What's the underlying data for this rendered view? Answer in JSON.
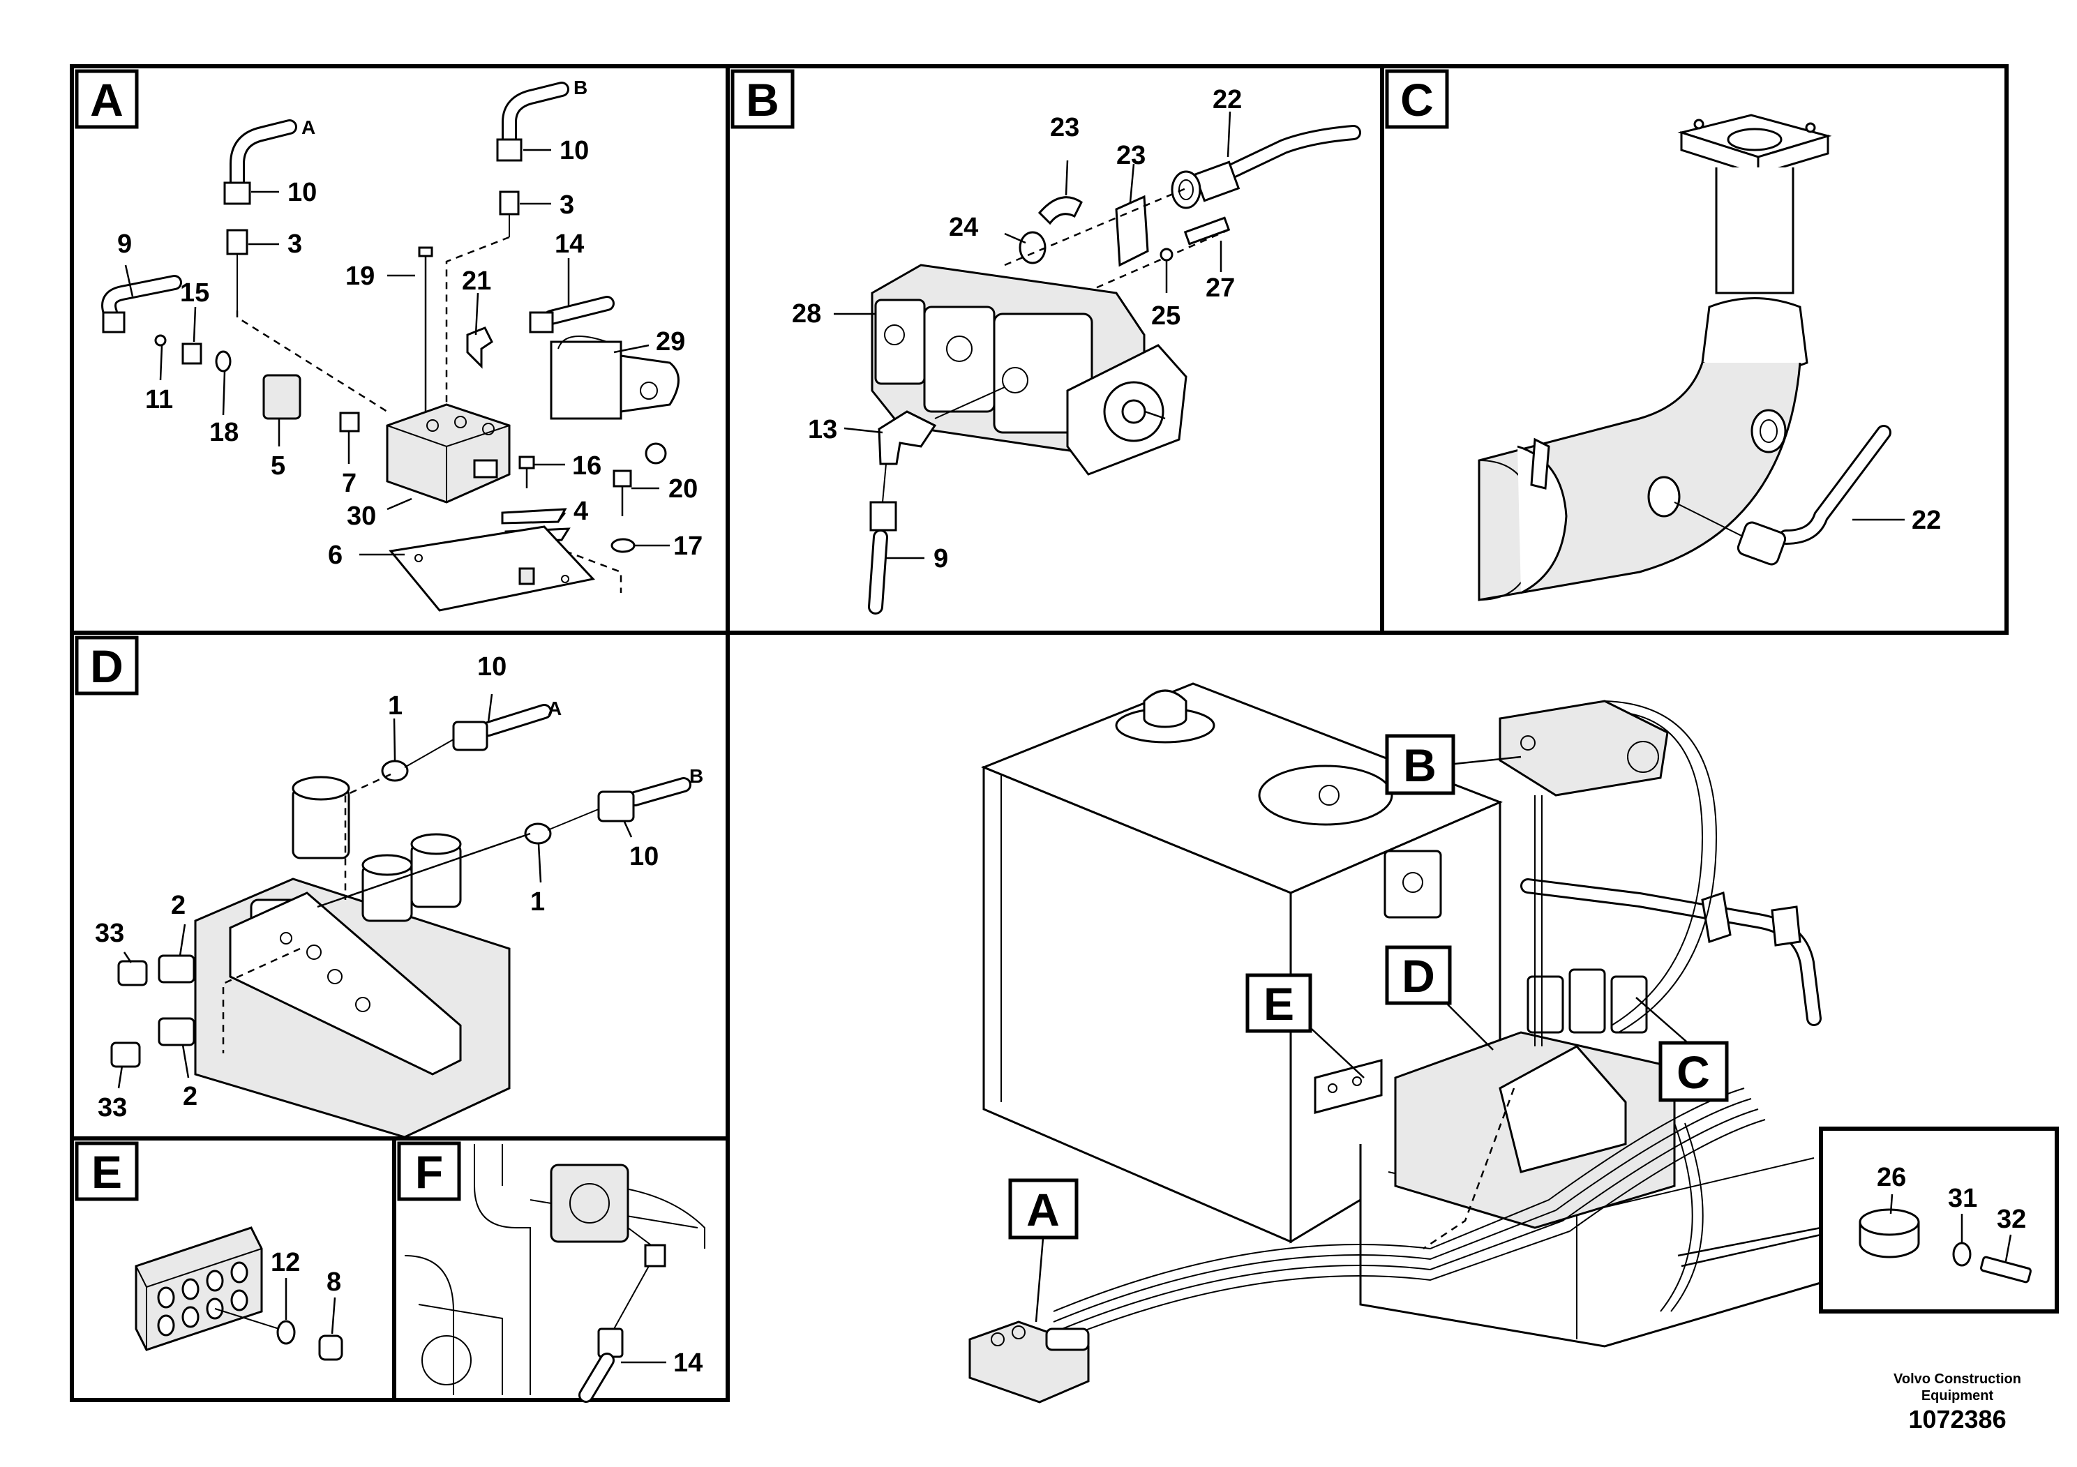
{
  "panels": [
    {
      "tag": "A"
    },
    {
      "tag": "B"
    },
    {
      "tag": "C"
    },
    {
      "tag": "D"
    },
    {
      "tag": "E"
    },
    {
      "tag": "F"
    }
  ],
  "panel_a": {
    "labels": [
      "A",
      "10",
      "3",
      "B",
      "10",
      "3",
      "9",
      "15",
      "19",
      "21",
      "14",
      "29",
      "11",
      "18",
      "5",
      "7",
      "16",
      "20",
      "30",
      "4",
      "17",
      "6"
    ]
  },
  "panel_b": {
    "labels": [
      "22",
      "23",
      "23",
      "24",
      "28",
      "25",
      "27",
      "13",
      "9"
    ]
  },
  "panel_c": {
    "labels": [
      "22"
    ]
  },
  "panel_d": {
    "labels": [
      "10",
      "1",
      "A",
      "B",
      "10",
      "1",
      "2",
      "33",
      "2",
      "33"
    ]
  },
  "panel_e": {
    "labels": [
      "12",
      "8"
    ]
  },
  "panel_f": {
    "labels": [
      "14"
    ]
  },
  "overview": {
    "callouts": [
      "B",
      "D",
      "E",
      "C",
      "A"
    ],
    "detail_labels": [
      "26",
      "31",
      "32"
    ]
  },
  "footer": {
    "brand_line1": "Volvo Construction",
    "brand_line2": "Equipment",
    "doc_number": "1072386"
  }
}
